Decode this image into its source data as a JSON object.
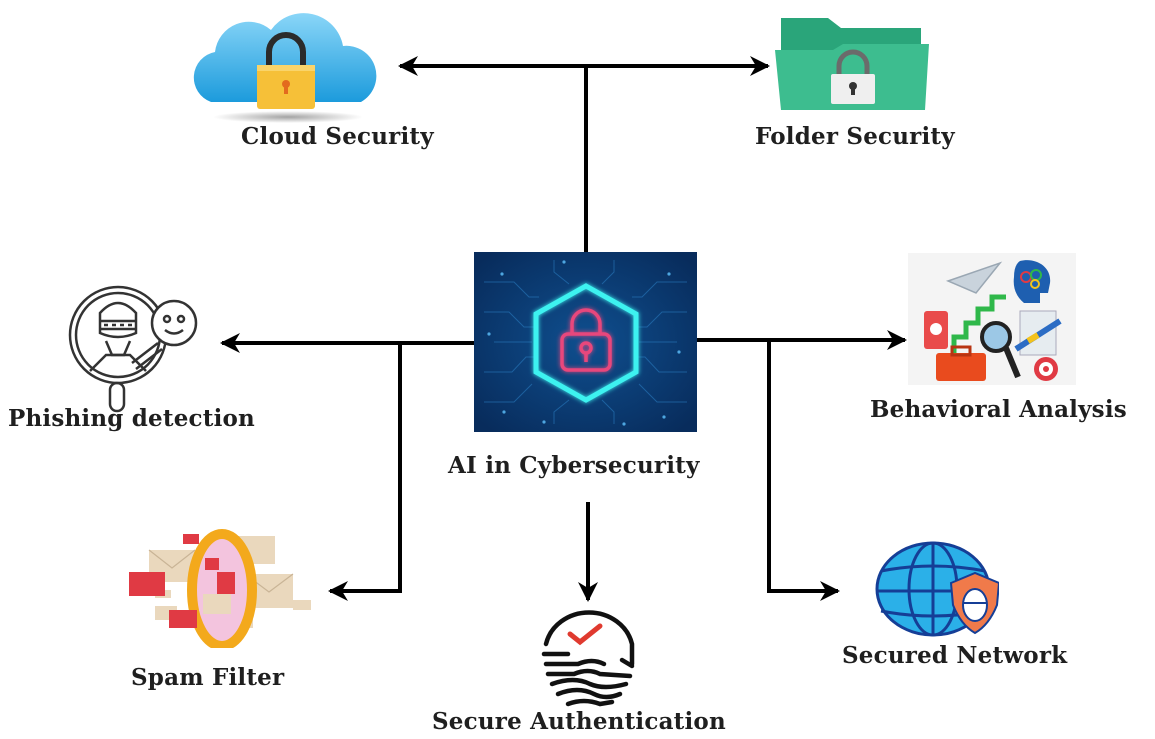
{
  "diagram": {
    "type": "hub-and-spoke",
    "center": {
      "id": "ai-cybersecurity",
      "label": "AI in Cybersecurity",
      "icon": "neon-hexagon-padlock-icon",
      "colors": {
        "background": "#0b3a73",
        "hexagon": "#3ef2f0",
        "padlock": "#e8467c"
      }
    },
    "nodes": [
      {
        "id": "cloud-security",
        "label": "Cloud Security",
        "icon": "cloud-padlock-icon",
        "colors": {
          "cloud": "#3fb2ea",
          "padlock": "#f6c038"
        }
      },
      {
        "id": "folder-security",
        "label": "Folder Security",
        "icon": "folder-padlock-icon",
        "colors": {
          "folder": "#3dbd8f",
          "padlock": "#eeeeee"
        }
      },
      {
        "id": "phishing-detection",
        "label": "Phishing detection",
        "icon": "phishing-mask-magnifier-icon",
        "colors": {
          "stroke": "#333333"
        }
      },
      {
        "id": "behavioral-analysis",
        "label": "Behavioral Analysis",
        "icon": "behavior-analytics-collage-icon",
        "colors": {
          "stairs": "#2fb84a",
          "briefcase": "#e94b1e",
          "head": "#1e5fb0"
        }
      },
      {
        "id": "spam-filter",
        "label": "Spam Filter",
        "icon": "envelopes-filter-ring-icon",
        "colors": {
          "ring": "#f3a91c",
          "mail": "#e03a44",
          "envelope": "#ead8bd"
        }
      },
      {
        "id": "secure-authentication",
        "label": "Secure Authentication",
        "icon": "fingerprint-check-icon",
        "colors": {
          "stroke": "#111111",
          "check": "#e03a2f"
        }
      },
      {
        "id": "secured-network",
        "label": "Secured Network",
        "icon": "globe-shield-icon",
        "colors": {
          "globe": "#2bb0e8",
          "shield": "#f07a4a"
        }
      }
    ],
    "edges": [
      {
        "from": "ai-cybersecurity",
        "to": "cloud-security",
        "directed": true
      },
      {
        "from": "ai-cybersecurity",
        "to": "folder-security",
        "directed": true
      },
      {
        "from": "ai-cybersecurity",
        "to": "phishing-detection",
        "directed": true
      },
      {
        "from": "ai-cybersecurity",
        "to": "behavioral-analysis",
        "directed": true
      },
      {
        "from": "ai-cybersecurity",
        "to": "spam-filter",
        "directed": true
      },
      {
        "from": "ai-cybersecurity",
        "to": "secure-authentication",
        "directed": true
      },
      {
        "from": "ai-cybersecurity",
        "to": "secured-network",
        "directed": true
      }
    ]
  }
}
